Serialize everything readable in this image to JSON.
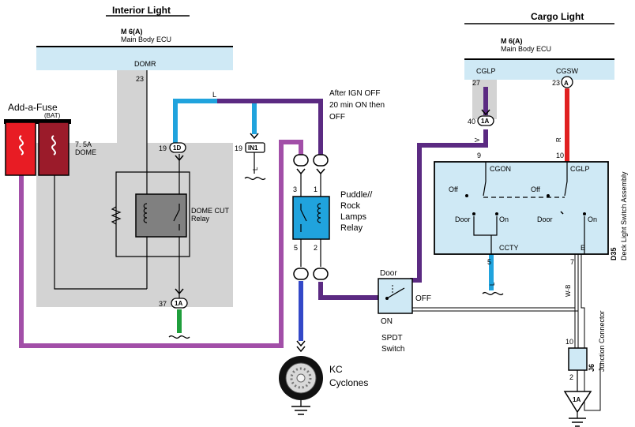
{
  "sections": {
    "interior_title": "Interior Light",
    "cargo_title": "Cargo Light"
  },
  "ecu_left": {
    "code": "M 6(A)",
    "name": "Main Body ECU",
    "terminal": "DOMR",
    "pin": "23"
  },
  "ecu_right": {
    "code": "M 6(A)",
    "name": "Main Body ECU",
    "terminal_left": "CGLP",
    "terminal_right": "CGSW",
    "pin_left": "27",
    "pin_right": "23",
    "connector_right": "A"
  },
  "fuse": {
    "title": "Add-a-Fuse",
    "source": "(BAT)",
    "rating": "7. 5A",
    "name": "DOME"
  },
  "dome_relay": {
    "name": "DOME CUT",
    "type": "Relay"
  },
  "left_connectors": {
    "pin19": "19",
    "conn19": "1D",
    "pin37": "37",
    "conn37": "1A"
  },
  "in1": {
    "pin": "19",
    "label": "IN1",
    "wire": "L"
  },
  "wire_L_top": "L",
  "after_ign_note": [
    "After IGN OFF",
    "20 min ON then",
    "OFF"
  ],
  "puddle_relay": {
    "lines": [
      "Puddle//",
      "Rock",
      "Lamps",
      "Relay"
    ],
    "pin_tl": "3",
    "pin_tr": "1",
    "pin_bl": "5",
    "pin_br": "2"
  },
  "spdt": {
    "pos_top": "Door",
    "pos_right": "OFF",
    "pos_bottom": "ON",
    "name_lines": [
      "SPDT",
      "Switch"
    ]
  },
  "kc": {
    "lines": [
      "KC",
      "Cyclones"
    ]
  },
  "cargo_conn": {
    "pin": "40",
    "conn": "1A",
    "wire_v": "V",
    "wire_r": "R",
    "pin9": "9",
    "pin10": "10"
  },
  "deck_switch": {
    "cgon": "CGON",
    "cglp": "CGLP",
    "off_left": "Off",
    "off_right": "Off",
    "door_left": "Door",
    "on_left": "On",
    "door_right": "Door",
    "on_right": "On",
    "ccty": "CCTY",
    "e": "E",
    "pin5": "5",
    "pin7": "7",
    "wire_l": "L",
    "wire_wb": "W-B",
    "code": "D35",
    "name": "Deck Light Switch Assembly"
  },
  "junction": {
    "pin_top": "10",
    "pin_bottom": "2",
    "code": "J6",
    "name": "Junction Connector",
    "ground": "1A"
  },
  "colors": {
    "purple": "#5b2a82",
    "magenta": "#a24fa8",
    "cyan": "#20a3dd",
    "red": "#e02020",
    "green": "#1f9e3c",
    "blue": "#3348c8",
    "ecu_fill": "#cfe9f5",
    "gray_zone": "#d3d3d3",
    "relay_fill": "#808080",
    "fuse_red": "#e81c24",
    "fuse_dark": "#9b1b2a"
  }
}
